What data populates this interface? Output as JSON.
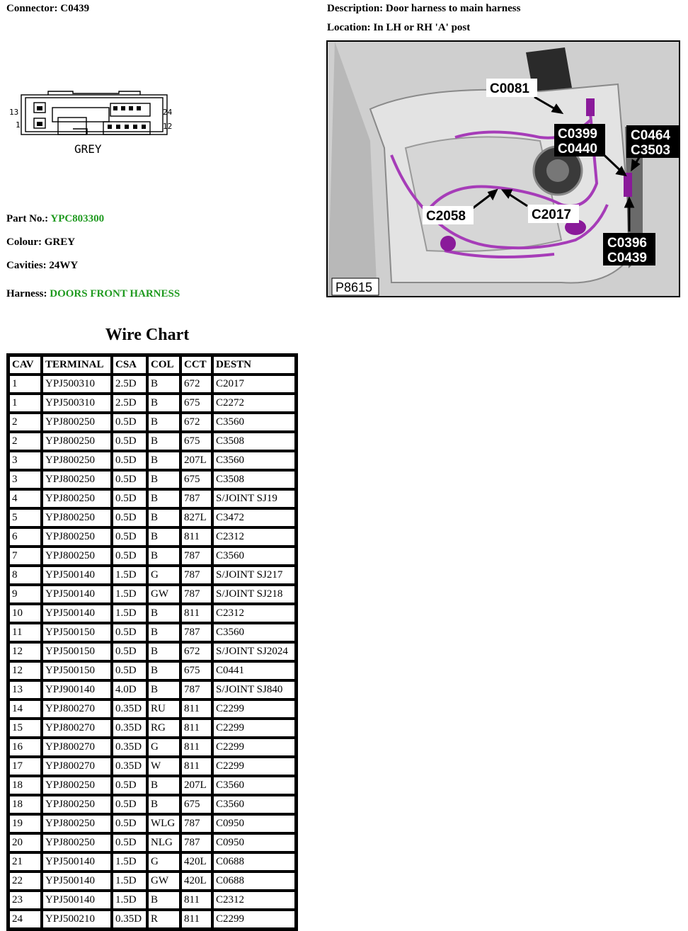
{
  "header": {
    "connector": "Connector: C0439",
    "description": "Description: Door harness to main harness",
    "location": "Location: In LH or RH 'A' post"
  },
  "connector_diagram": {
    "colour_label": "GREY",
    "pin_13": "13",
    "pin_1": "1",
    "pin_24": "24",
    "pin_12": "12"
  },
  "details": {
    "part_label": "Part No.:",
    "part_value": "YPC803300",
    "colour": "Colour: GREY",
    "cavities": "Cavities: 24WY",
    "harness_label": "Harness:",
    "harness_value": "DOORS FRONT HARNESS"
  },
  "photo": {
    "ref": "P8615",
    "callouts": {
      "c0081": "C0081",
      "c0399": "C0399",
      "c0440": "C0440",
      "c0464": "C0464",
      "c3503": "C3503",
      "c2058": "C2058",
      "c2017": "C2017",
      "c0396": "C0396",
      "c0439": "C0439"
    }
  },
  "wire_chart": {
    "title": "Wire Chart",
    "headers": [
      "CAV",
      "TERMINAL",
      "CSA",
      "COL",
      "CCT",
      "DESTN"
    ],
    "rows": [
      [
        "1",
        "YPJ500310",
        "2.5D",
        "B",
        "672",
        "C2017"
      ],
      [
        "1",
        "YPJ500310",
        "2.5D",
        "B",
        "675",
        "C2272"
      ],
      [
        "2",
        "YPJ800250",
        "0.5D",
        "B",
        "672",
        "C3560"
      ],
      [
        "2",
        "YPJ800250",
        "0.5D",
        "B",
        "675",
        "C3508"
      ],
      [
        "3",
        "YPJ800250",
        "0.5D",
        "B",
        "207L",
        "C3560"
      ],
      [
        "3",
        "YPJ800250",
        "0.5D",
        "B",
        "675",
        "C3508"
      ],
      [
        "4",
        "YPJ800250",
        "0.5D",
        "B",
        "787",
        "S/JOINT SJ19"
      ],
      [
        "5",
        "YPJ800250",
        "0.5D",
        "B",
        "827L",
        "C3472"
      ],
      [
        "6",
        "YPJ800250",
        "0.5D",
        "B",
        "811",
        "C2312"
      ],
      [
        "7",
        "YPJ800250",
        "0.5D",
        "B",
        "787",
        "C3560"
      ],
      [
        "8",
        "YPJ500140",
        "1.5D",
        "G",
        "787",
        "S/JOINT SJ217"
      ],
      [
        "9",
        "YPJ500140",
        "1.5D",
        "GW",
        "787",
        "S/JOINT SJ218"
      ],
      [
        "10",
        "YPJ500140",
        "1.5D",
        "B",
        "811",
        "C2312"
      ],
      [
        "11",
        "YPJ500150",
        "0.5D",
        "B",
        "787",
        "C3560"
      ],
      [
        "12",
        "YPJ500150",
        "0.5D",
        "B",
        "672",
        "S/JOINT SJ2024"
      ],
      [
        "12",
        "YPJ500150",
        "0.5D",
        "B",
        "675",
        "C0441"
      ],
      [
        "13",
        "YPJ900140",
        "4.0D",
        "B",
        "787",
        "S/JOINT SJ840"
      ],
      [
        "14",
        "YPJ800270",
        "0.35D",
        "RU",
        "811",
        "C2299"
      ],
      [
        "15",
        "YPJ800270",
        "0.35D",
        "RG",
        "811",
        "C2299"
      ],
      [
        "16",
        "YPJ800270",
        "0.35D",
        "G",
        "811",
        "C2299"
      ],
      [
        "17",
        "YPJ800270",
        "0.35D",
        "W",
        "811",
        "C2299"
      ],
      [
        "18",
        "YPJ800250",
        "0.5D",
        "B",
        "207L",
        "C3560"
      ],
      [
        "18",
        "YPJ800250",
        "0.5D",
        "B",
        "675",
        "C3560"
      ],
      [
        "19",
        "YPJ800250",
        "0.5D",
        "WLG",
        "787",
        "C0950"
      ],
      [
        "20",
        "YPJ800250",
        "0.5D",
        "NLG",
        "787",
        "C0950"
      ],
      [
        "21",
        "YPJ500140",
        "1.5D",
        "G",
        "420L",
        "C0688"
      ],
      [
        "22",
        "YPJ500140",
        "1.5D",
        "GW",
        "420L",
        "C0688"
      ],
      [
        "23",
        "YPJ500140",
        "1.5D",
        "B",
        "811",
        "C2312"
      ],
      [
        "24",
        "YPJ500210",
        "0.35D",
        "R",
        "811",
        "C2299"
      ]
    ]
  }
}
